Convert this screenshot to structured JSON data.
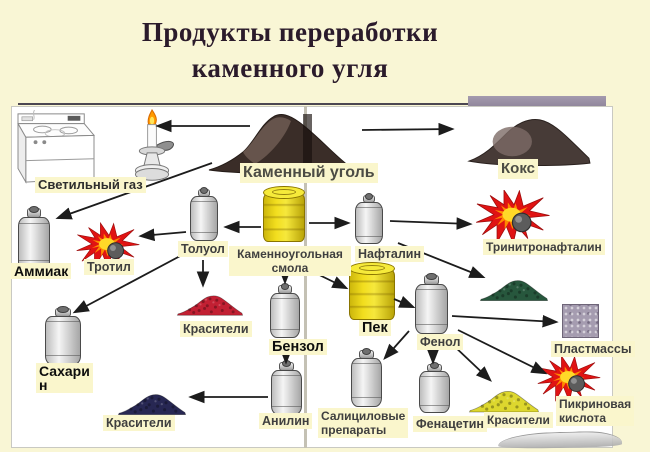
{
  "title": {
    "line1": "Продукты переработки",
    "line2": "каменного угля"
  },
  "nodes": {
    "svetilny_gaz": {
      "label": "Светильный газ"
    },
    "kamenny_ugol": {
      "label": "Каменный уголь"
    },
    "koks": {
      "label": "Кокс"
    },
    "ammiak": {
      "label": "Аммиак"
    },
    "trotil": {
      "label": "Тротил"
    },
    "toluol": {
      "label": "Толуол"
    },
    "kamennougolnaya_smola": {
      "line1": "Каменноугольная",
      "line2": "смола"
    },
    "naftalin": {
      "label": "Нафталин"
    },
    "trinitronaftalin": {
      "label": "Тринитронафталин"
    },
    "krasiteli_ot_toluola": {
      "label": "Красители"
    },
    "benzol": {
      "label": "Бензол"
    },
    "pek": {
      "label": "Пек"
    },
    "fenol": {
      "label": "Фенол"
    },
    "plastmassy": {
      "label": "Пластмассы"
    },
    "saharin": {
      "line1": "Сахари",
      "line2": "н"
    },
    "krasiteli_ot_anilina": {
      "label": "Красители"
    },
    "anilin": {
      "label": "Анилин"
    },
    "salicilovye_preparaty": {
      "line1": "Салициловые",
      "line2": "препараты"
    },
    "fenacetin": {
      "label": "Фенацетин"
    },
    "krasiteli_ot_fenola": {
      "label": "Красители"
    },
    "pikrinovaya_kislota": {
      "line1": "Пикриновая",
      "line2": "кислота"
    }
  },
  "colors": {
    "bg": "#f9f6d5",
    "panel": "#ffffff",
    "title-text": "#2b1b2b",
    "label-text": "#3f3f3f",
    "label-bg": "#faf6cc",
    "arrow": "#1c1c1c",
    "header-bar": "#a49aae",
    "barrel-yellow": "#f2de1e",
    "explosion-red": "#e01313",
    "explosion-mid": "#ff8a00",
    "explosion-core": "#ffd928",
    "pile-red": "#c22033",
    "pile-green": "#27573d",
    "pile-navy": "#272753",
    "pile-yellow": "#ddd72e",
    "plastic-gray": "#a59cb0",
    "coal-dark": "#3a2d28",
    "coke-dark": "#473b37"
  }
}
